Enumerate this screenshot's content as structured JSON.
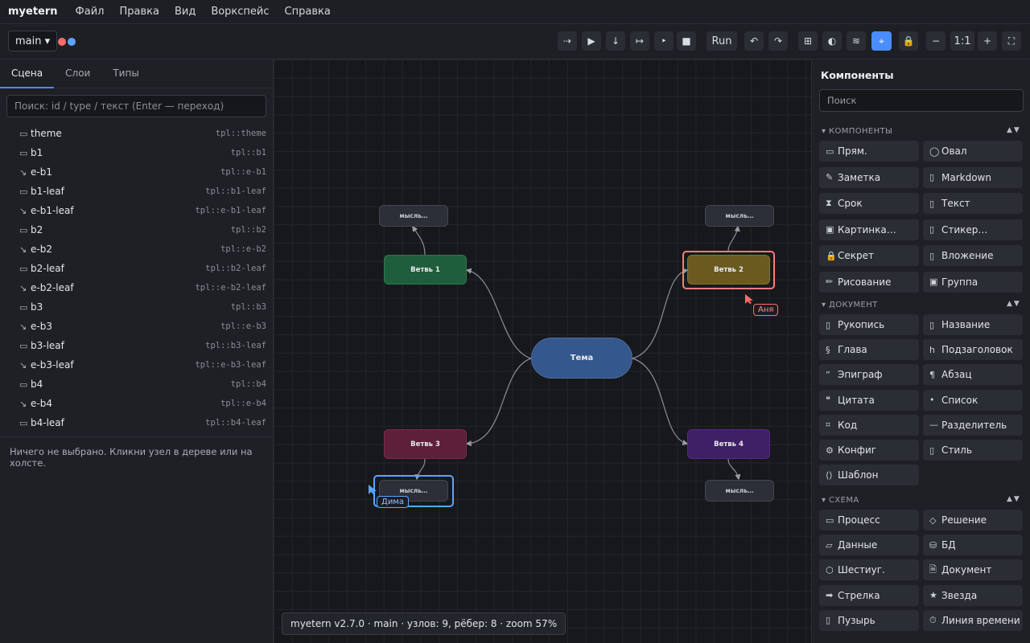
{
  "menubar": {
    "brand": "myetern",
    "items": [
      "Файл",
      "Правка",
      "Вид",
      "Воркспейс",
      "Справка"
    ]
  },
  "toolbar": {
    "branch": "main ▾",
    "presence_colors": [
      "#ff6b6b",
      "#5aa6ff"
    ],
    "buttons": [
      {
        "id": "step-over",
        "label": "⇢"
      },
      {
        "id": "play",
        "label": "▶"
      },
      {
        "id": "step-into",
        "label": "↓"
      },
      {
        "id": "step-out",
        "label": "↦"
      },
      {
        "id": "step",
        "label": "‣"
      },
      {
        "id": "stop",
        "label": "■"
      },
      {
        "id": "run",
        "label": "Run"
      },
      {
        "id": "undo",
        "label": "↶"
      },
      {
        "id": "redo",
        "label": "↷"
      },
      {
        "id": "grid",
        "label": "⊞"
      },
      {
        "id": "theme",
        "label": "◐"
      },
      {
        "id": "layers",
        "label": "≋"
      },
      {
        "id": "snap",
        "label": "⌖",
        "active": true
      },
      {
        "id": "lock",
        "label": "🔒"
      },
      {
        "id": "zoom-out",
        "label": "−"
      },
      {
        "id": "zoom-reset",
        "label": "1:1"
      },
      {
        "id": "zoom-in",
        "label": "+"
      },
      {
        "id": "fullscreen",
        "label": "⛶"
      }
    ]
  },
  "left": {
    "tabs": [
      "Сцена",
      "Слои",
      "Типы"
    ],
    "active_tab": 0,
    "search_placeholder": "Поиск: id / type / текст (Enter — переход)",
    "tree": [
      {
        "icon": "rect",
        "name": "theme",
        "type": "tpl::theme"
      },
      {
        "icon": "rect",
        "name": "b1",
        "type": "tpl::b1"
      },
      {
        "icon": "edge",
        "name": "e-b1",
        "type": "tpl::e-b1"
      },
      {
        "icon": "rect",
        "name": "b1-leaf",
        "type": "tpl::b1-leaf"
      },
      {
        "icon": "edge",
        "name": "e-b1-leaf",
        "type": "tpl::e-b1-leaf"
      },
      {
        "icon": "rect",
        "name": "b2",
        "type": "tpl::b2"
      },
      {
        "icon": "edge",
        "name": "e-b2",
        "type": "tpl::e-b2"
      },
      {
        "icon": "rect",
        "name": "b2-leaf",
        "type": "tpl::b2-leaf"
      },
      {
        "icon": "edge",
        "name": "e-b2-leaf",
        "type": "tpl::e-b2-leaf"
      },
      {
        "icon": "rect",
        "name": "b3",
        "type": "tpl::b3"
      },
      {
        "icon": "edge",
        "name": "e-b3",
        "type": "tpl::e-b3"
      },
      {
        "icon": "rect",
        "name": "b3-leaf",
        "type": "tpl::b3-leaf"
      },
      {
        "icon": "edge",
        "name": "e-b3-leaf",
        "type": "tpl::e-b3-leaf"
      },
      {
        "icon": "rect",
        "name": "b4",
        "type": "tpl::b4"
      },
      {
        "icon": "edge",
        "name": "e-b4",
        "type": "tpl::e-b4"
      },
      {
        "icon": "rect",
        "name": "b4-leaf",
        "type": "tpl::b4-leaf"
      }
    ],
    "empty_text": "Ничего не выбрано. Кликни узел в дереве или на холсте."
  },
  "canvas": {
    "root": {
      "label": "Тема",
      "color": "#34588c"
    },
    "branches": [
      {
        "id": "b1",
        "label": "Ветвь 1",
        "color": "#1f5e3c",
        "leaf": "мысль…"
      },
      {
        "id": "b2",
        "label": "Ветвь 2",
        "color": "#6b5a1f",
        "leaf": "мысль…",
        "selected_by": "Аня"
      },
      {
        "id": "b3",
        "label": "Ветвь 3",
        "color": "#5e1f3a",
        "leaf": "мысль…",
        "leaf_selected_by": "Дима"
      },
      {
        "id": "b4",
        "label": "Ветвь 4",
        "color": "#3f1f66",
        "leaf": "мысль…"
      }
    ],
    "cursors": [
      {
        "name": "Аня",
        "color": "#ff6b6b"
      },
      {
        "name": "Дима",
        "color": "#5aa6ff"
      }
    ],
    "status": "myetern v2.7.0 · main · узлов: 9, рёбер: 8 · zoom 57%"
  },
  "right": {
    "title": "Компоненты",
    "search_placeholder": "Поиск",
    "sections": [
      {
        "title": "▾ КОМПОНЕНТЫ",
        "items": [
          {
            "icon": "▭",
            "label": "Прям."
          },
          {
            "icon": "◯",
            "label": "Овал"
          },
          {
            "icon": "✎",
            "label": "Заметка"
          },
          {
            "icon": "▯",
            "label": "Markdown"
          },
          {
            "icon": "⧗",
            "label": "Срок"
          },
          {
            "icon": "▯",
            "label": "Текст"
          },
          {
            "icon": "▣",
            "label": "Картинка…"
          },
          {
            "icon": "▯",
            "label": "Стикер…"
          },
          {
            "icon": "🔒",
            "label": "Секрет"
          },
          {
            "icon": "▯",
            "label": "Вложение"
          },
          {
            "icon": "✏",
            "label": "Рисование"
          },
          {
            "icon": "▣",
            "label": "Группа"
          }
        ]
      },
      {
        "title": "▾ ДОКУМЕНТ",
        "items": [
          {
            "icon": "▯",
            "label": "Рукопись"
          },
          {
            "icon": "▯",
            "label": "Название"
          },
          {
            "icon": "§",
            "label": "Глава"
          },
          {
            "icon": "h",
            "label": "Подзаголовок"
          },
          {
            "icon": "”",
            "label": "Эпиграф"
          },
          {
            "icon": "¶",
            "label": "Абзац"
          },
          {
            "icon": "❝",
            "label": "Цитата"
          },
          {
            "icon": "•",
            "label": "Список"
          },
          {
            "icon": "⌗",
            "label": "Код"
          },
          {
            "icon": "—",
            "label": "Разделитель"
          },
          {
            "icon": "⚙",
            "label": "Конфиг"
          },
          {
            "icon": "▯",
            "label": "Стиль"
          },
          {
            "icon": "⟨⟩",
            "label": "Шаблон"
          }
        ]
      },
      {
        "title": "▾ СХЕМА",
        "items": [
          {
            "icon": "▭",
            "label": "Процесс"
          },
          {
            "icon": "◇",
            "label": "Решение"
          },
          {
            "icon": "▱",
            "label": "Данные"
          },
          {
            "icon": "⛁",
            "label": "БД"
          },
          {
            "icon": "⬡",
            "label": "Шестиуг."
          },
          {
            "icon": "🗎",
            "label": "Документ"
          },
          {
            "icon": "➡",
            "label": "Стрелка"
          },
          {
            "icon": "★",
            "label": "Звезда"
          },
          {
            "icon": "▯",
            "label": "Пузырь"
          },
          {
            "icon": "⏱",
            "label": "Линия времени"
          }
        ]
      }
    ],
    "section_arrows": "▲▼"
  }
}
